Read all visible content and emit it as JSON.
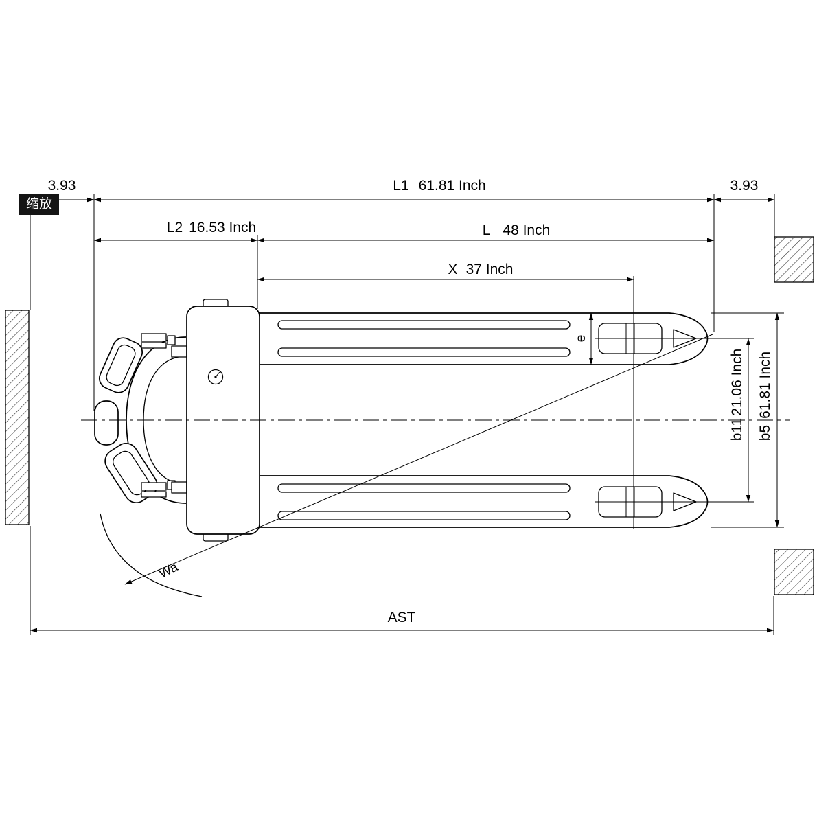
{
  "viewer": {
    "zoom_label": "缩放"
  },
  "dimensions": {
    "offset_left": {
      "value": "3.93"
    },
    "offset_right": {
      "value": "3.93"
    },
    "l1": {
      "label": "L1",
      "value": "61.81 Inch"
    },
    "l2": {
      "label": "L2",
      "value": "16.53 Inch"
    },
    "l": {
      "label": "L",
      "value": "48 Inch"
    },
    "x": {
      "label": "X",
      "value": "37 Inch"
    },
    "e": {
      "label": "e"
    },
    "b11": {
      "label": "b11",
      "value": "21.06 Inch"
    },
    "b5": {
      "label": "b5",
      "value": "61.81 Inch"
    },
    "wa": {
      "label": "Wa"
    },
    "ast": {
      "label": "AST"
    }
  }
}
